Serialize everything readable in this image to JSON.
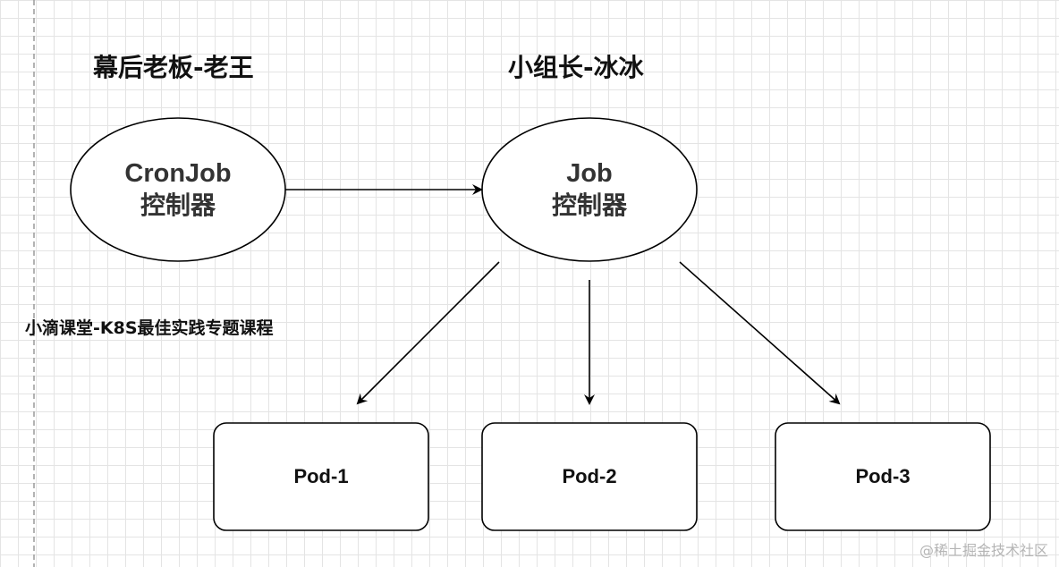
{
  "labels": {
    "boss": "幕后老板-老王",
    "leader": "小组长-冰冰",
    "course": "小滴课堂-K8S最佳实践专题课程"
  },
  "nodes": {
    "cronjob": {
      "line1": "CronJob",
      "line2": "控制器"
    },
    "job": {
      "line1": "Job",
      "line2": "控制器"
    },
    "pods": [
      "Pod-1",
      "Pod-2",
      "Pod-3"
    ]
  },
  "watermark": "@稀土掘金技术社区",
  "colors": {
    "stroke": "#000000",
    "grid": "#e4e4e4",
    "watermark": "#b5b5b5"
  }
}
